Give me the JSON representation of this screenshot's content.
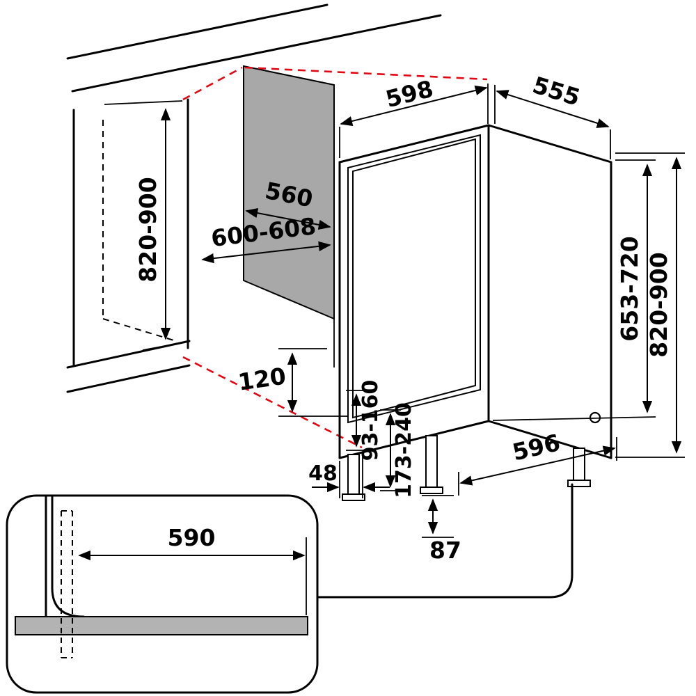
{
  "diagram": {
    "colors": {
      "line": "#000000",
      "alignment_red": "#e30613",
      "niche_panel_gray": "#a8a8a8",
      "plinth_bar_gray": "#b3b3b3",
      "background": "#ffffff"
    },
    "labels": {
      "niche_width_top": "598",
      "appliance_depth": "555",
      "niche_min_depth": "560",
      "niche_width_range": "600-608",
      "niche_height_left": "820-900",
      "furniture_door_height": "653-720",
      "niche_height_right": "820-900",
      "plinth_adjust": "120",
      "plinth_range_1": "93-160",
      "plinth_range_2": "173-240",
      "base_inset": "48",
      "base_depth": "596",
      "foot_setback": "87",
      "plinth_cutout_width": "590"
    }
  }
}
